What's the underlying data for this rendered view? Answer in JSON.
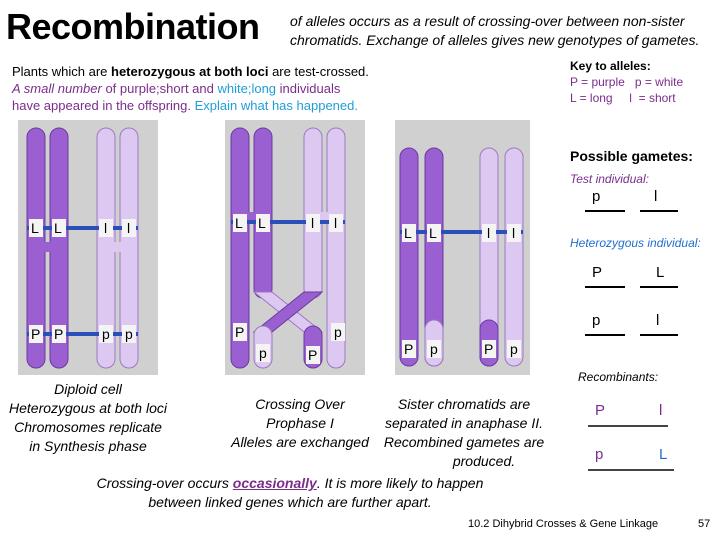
{
  "title": "Recombination",
  "subtitle": "of alleles occurs as a result of crossing-over between non-sister chromatids. Exchange of alleles gives new genotypes of gametes.",
  "intro": {
    "line1_a": "Plants which are ",
    "line1_b": "heterozygous at both loci",
    "line1_c": " are test-crossed.",
    "line2_a": "A small number",
    "line2_b": " of ",
    "line2_c": "purple;short",
    "line2_d": " and ",
    "line2_e": "white;long",
    "line2_f": " individuals",
    "line3_a": "have appeared in the offspring.",
    "line3_b": " Explain what has happened."
  },
  "key": {
    "title": "Key to alleles:",
    "line1": "P = purple   p = white",
    "line2": "L = long     l  = short"
  },
  "gametes": {
    "heading": "Possible gametes:",
    "test_label": "Test individual:",
    "test_a": "p",
    "test_b": "l",
    "het_label": "Heterozygous individual:",
    "het1_a": "P",
    "het1_b": "L",
    "het2_a": "p",
    "het2_b": "l",
    "recomb_label": "Recombinants:",
    "rec1_a": "P",
    "rec1_b": "l",
    "rec2_a": "p",
    "rec2_b": "L"
  },
  "captions": {
    "diploid": [
      "Diploid cell",
      "Heterozygous at both loci",
      "Chromosomes replicate",
      "in Synthesis phase"
    ],
    "crossing": [
      "Crossing Over",
      "Prophase I",
      "Alleles are exchanged"
    ],
    "sister": [
      "Sister chromatids are",
      "separated in anaphase II.",
      "Recombined gametes are",
      "produced."
    ],
    "bottom_a": "Crossing-over occurs ",
    "bottom_b": "occasionally",
    "bottom_c": ". It is more likely to happen",
    "bottom_d": "between linked genes which are further apart."
  },
  "chromosome_labels": {
    "L": "L",
    "l": "l",
    "P": "P",
    "p": "p"
  },
  "footer": "10.2 Dihybrid Crosses & Gene Linkage",
  "page_number": "57",
  "colors": {
    "dark_purple": "#9a5fd0",
    "light_purple": "#dcc8f0",
    "panel": "#d0d0d0",
    "band": "#2a4fb8",
    "accent_purple": "#7b2d8b",
    "accent_blue": "#1f9ed6"
  }
}
